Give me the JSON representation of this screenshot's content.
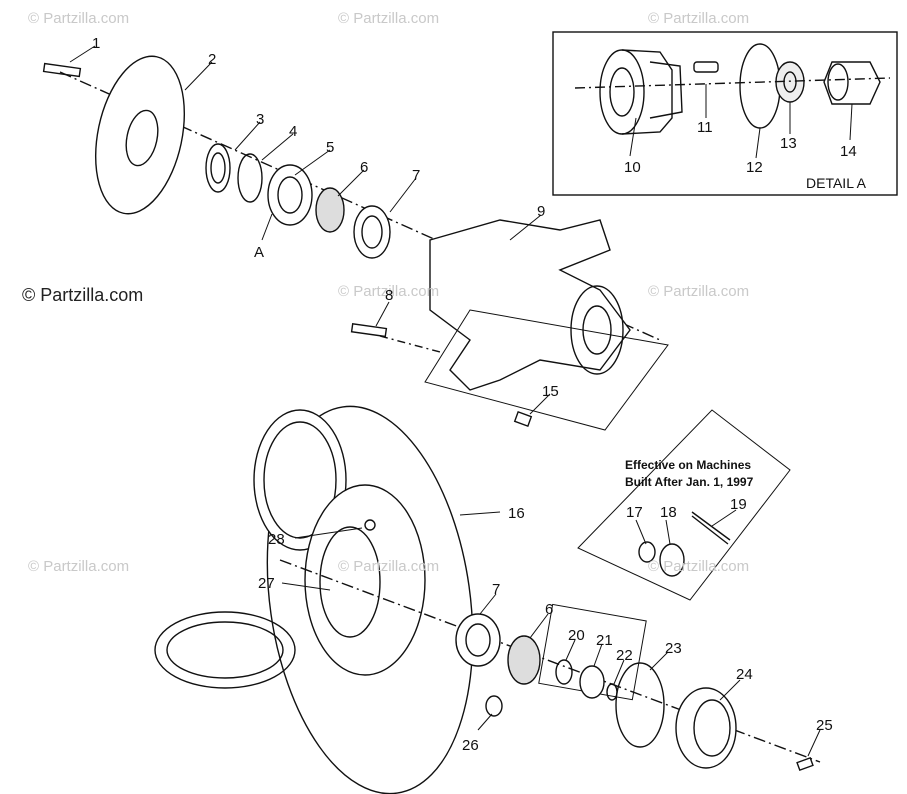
{
  "copyright": "© Partzilla.com",
  "watermark": "© Partzilla.com",
  "detail_label": "DETAIL A",
  "sub_label_A": "A",
  "note": {
    "line1": "Effective on Machines",
    "line2": "Built After Jan. 1, 1997"
  },
  "callouts": [
    "1",
    "2",
    "3",
    "4",
    "5",
    "6",
    "7",
    "8",
    "9",
    "10",
    "11",
    "12",
    "13",
    "14",
    "15",
    "16",
    "17",
    "18",
    "19",
    "20",
    "21",
    "22",
    "23",
    "24",
    "25",
    "26",
    "27",
    "28",
    "7",
    "6"
  ]
}
